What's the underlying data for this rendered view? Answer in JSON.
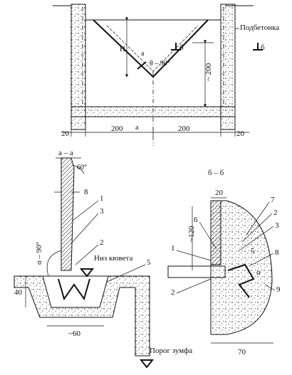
{
  "top_view": {
    "label_podbetonka": "Подбетонка",
    "label_H": "H",
    "label_a_top": "a",
    "label_a_bottom": "a",
    "label_theta": "θ – 90°",
    "label_b_left": "б",
    "label_b_right": "б",
    "dim_200_vertical": "~ 200",
    "dim_20_left": "20",
    "dim_200_left": "200",
    "dim_200_right": "200",
    "dim_20_right": "20"
  },
  "section_aa": {
    "title": "а – а",
    "angle_60": "60°",
    "dim_8": "8",
    "num_1": "1",
    "num_2": "2",
    "num_3": "3",
    "num_5": "5",
    "label_niz_kyuveta": "Низ кювета",
    "label_alpha": "α – 90°",
    "dim_40": "40",
    "dim_60": "~60",
    "label_porog": "Порог зумфа"
  },
  "section_bb": {
    "title": "б – б",
    "dim_20": "20",
    "num_6": "6",
    "num_7": "7",
    "num_2a": "2",
    "num_3": "3",
    "num_1": "1",
    "num_5": "5",
    "num_8": "8",
    "num_2b": "2",
    "num_9": "9",
    "label_alpha": "α",
    "dim_120": "~120",
    "dim_70": "70"
  }
}
